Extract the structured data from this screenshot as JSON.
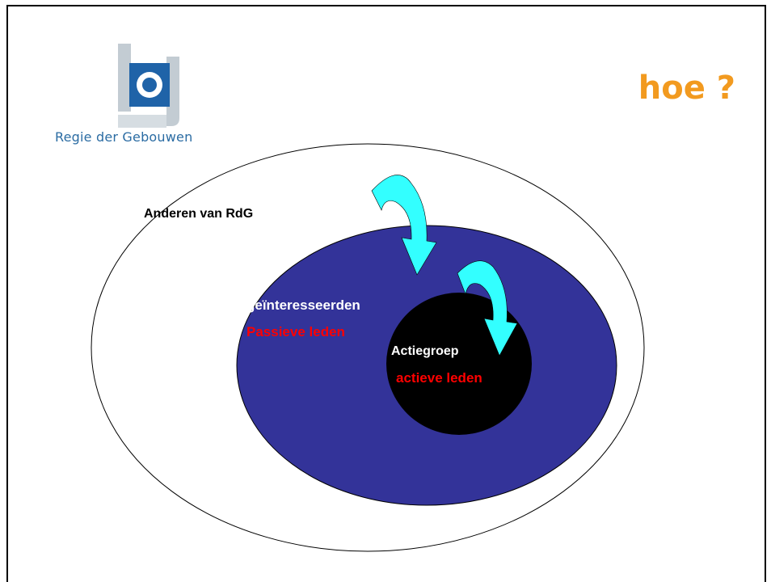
{
  "logo": {
    "caption": "Regie der Gebouwen"
  },
  "title": "hoe ?",
  "diagram": {
    "outer_label": "Anderen van RdG",
    "middle_label_1": "geïnteresseerden",
    "middle_label_2": "Passieve leden",
    "inner_label_1": "Actiegroep",
    "inner_label_2": "actieve leden"
  },
  "colors": {
    "title": "#f29a1f",
    "middle_ellipse": "#333399",
    "inner_circle": "#000000",
    "arrow": "#33ffff",
    "passive_text": "#ff0000",
    "active_text": "#ff0000",
    "logo_blue": "#2b6ca3",
    "logo_grey": "#b9c3cc"
  }
}
